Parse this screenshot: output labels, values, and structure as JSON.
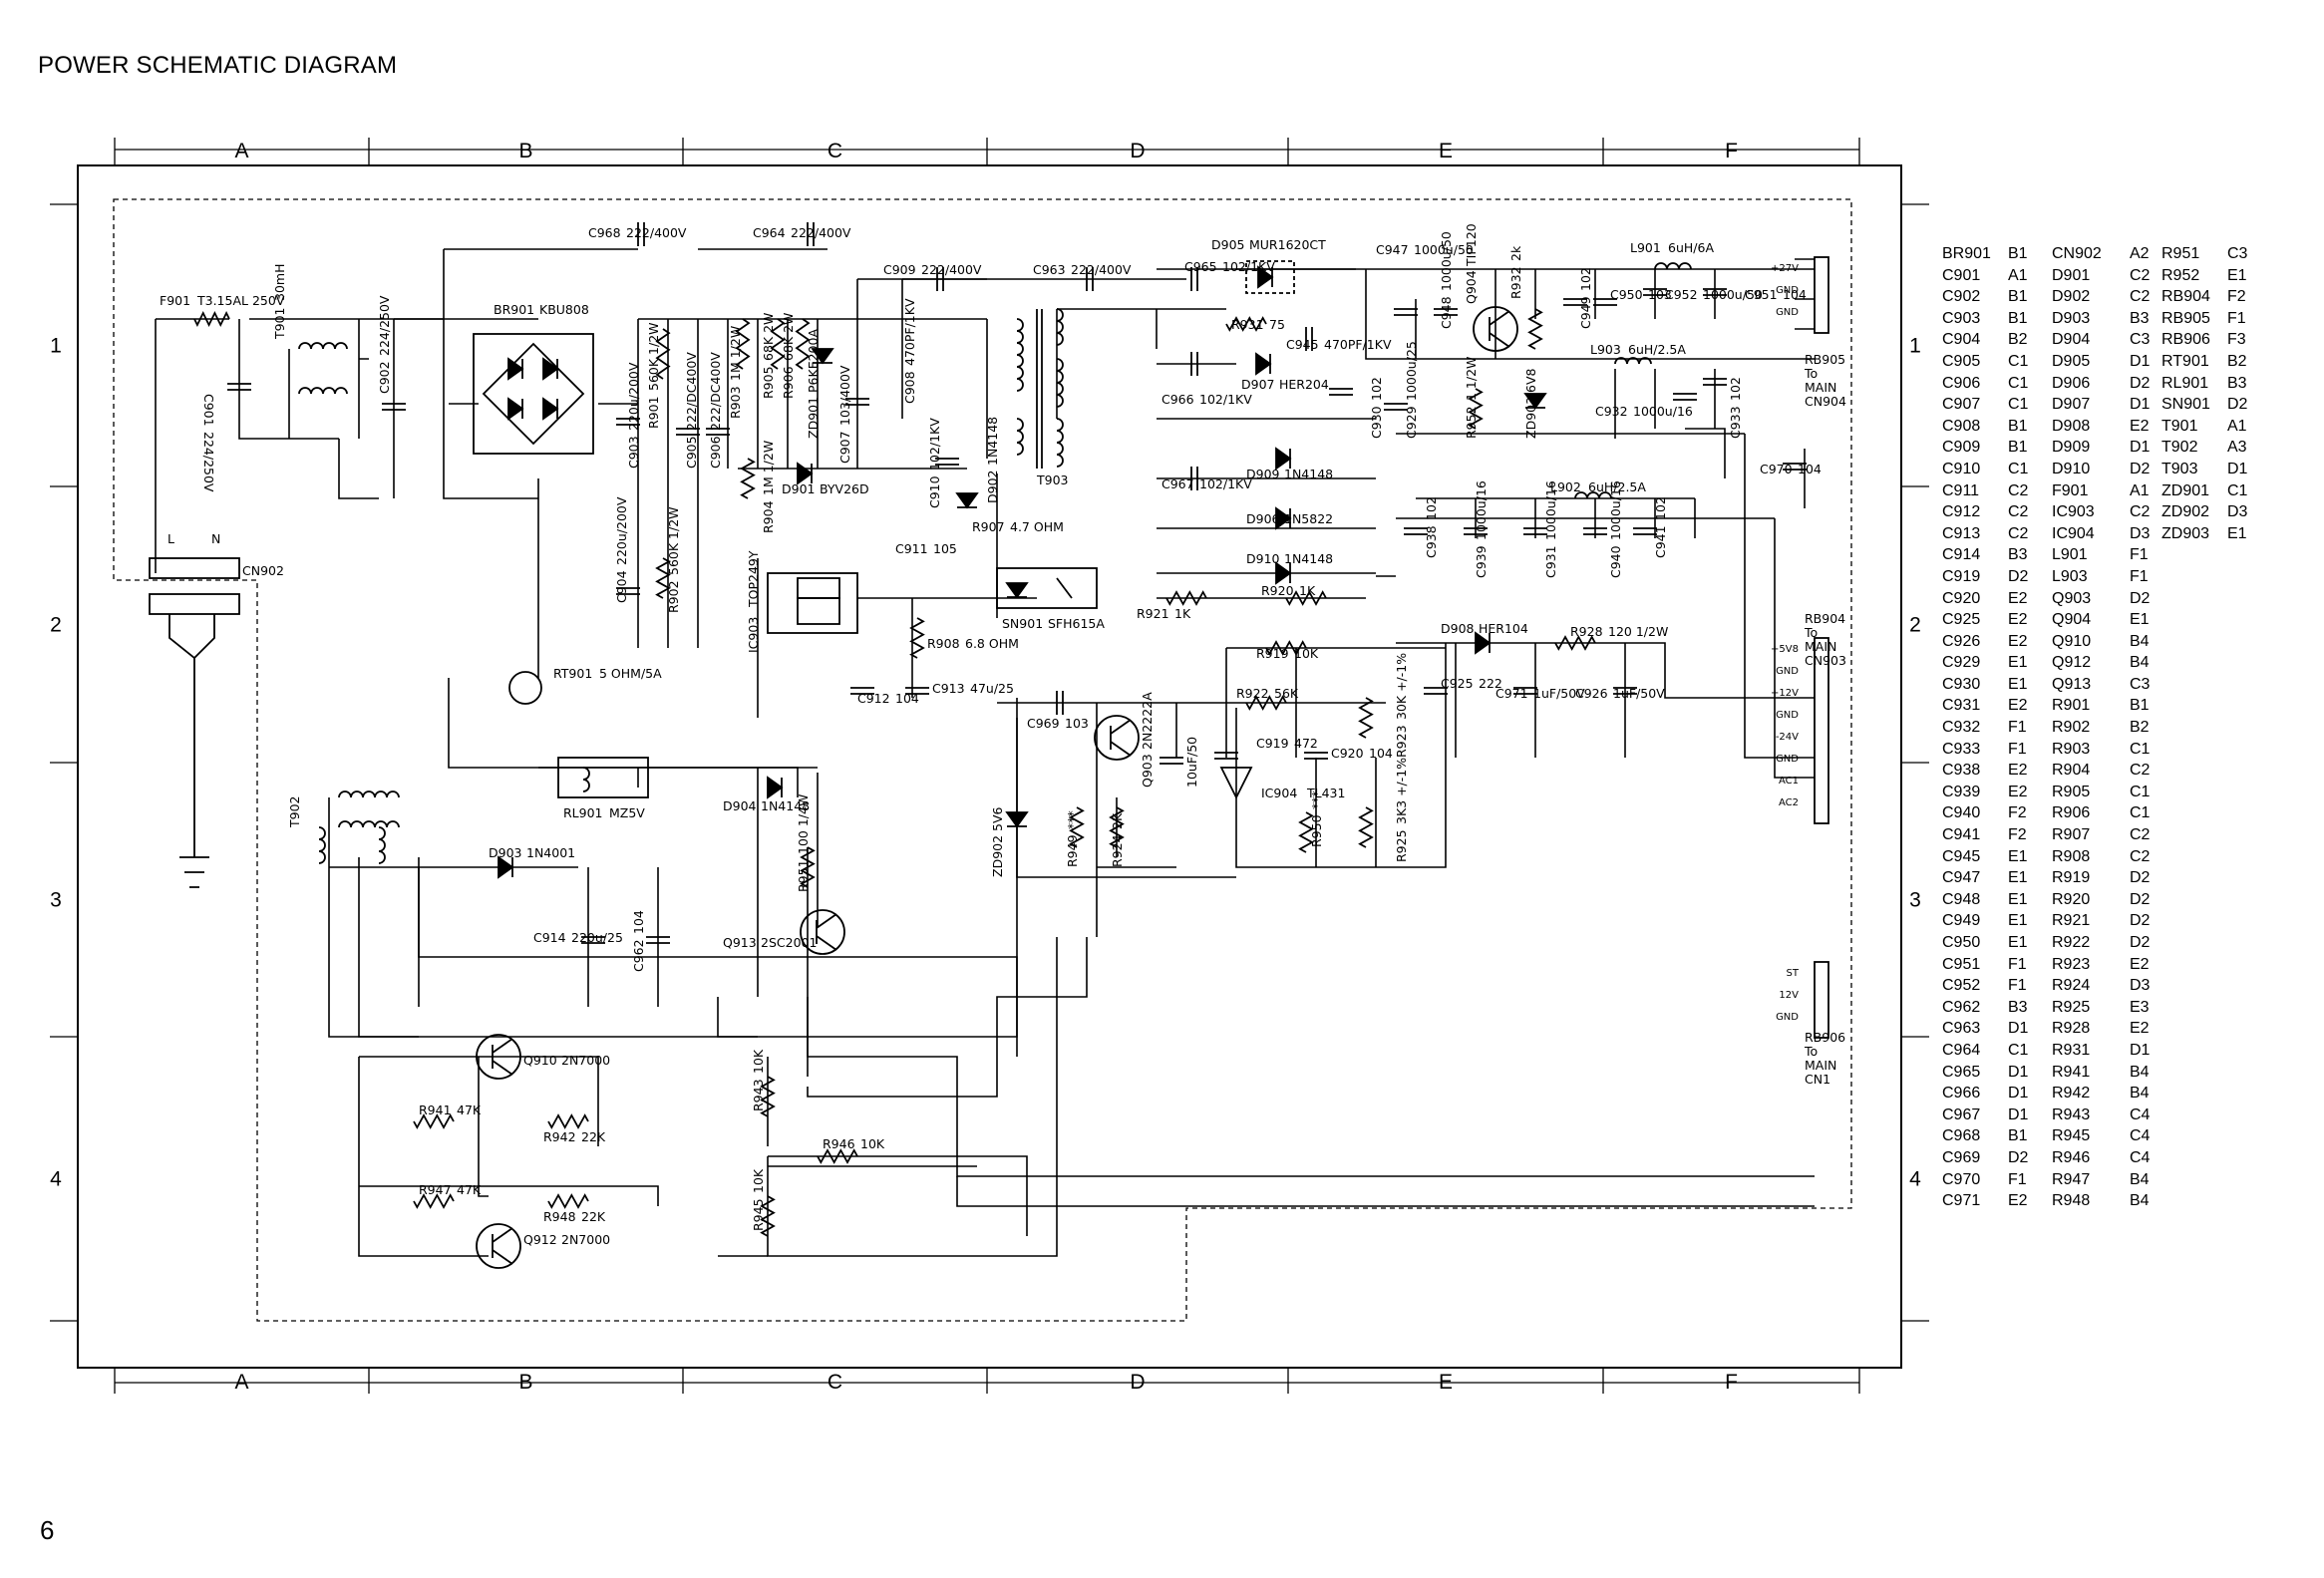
{
  "title": "POWER SCHEMATIC DIAGRAM",
  "page_number": "6",
  "grid": {
    "columns": [
      "A",
      "B",
      "C",
      "D",
      "E",
      "F"
    ],
    "rows": [
      "1",
      "2",
      "3",
      "4"
    ]
  },
  "components": [
    {
      "ref": "F901",
      "value": "T3.15AL 250V"
    },
    {
      "ref": "C901",
      "value": "224/250V"
    },
    {
      "ref": "T901",
      "value": "30mH"
    },
    {
      "ref": "C902",
      "value": "224/250V"
    },
    {
      "ref": "BR901",
      "value": "KBU808"
    },
    {
      "ref": "C968",
      "value": "222/400V"
    },
    {
      "ref": "C964",
      "value": "222/400V"
    },
    {
      "ref": "C909",
      "value": "222/400V"
    },
    {
      "ref": "C963",
      "value": "222/400V"
    },
    {
      "ref": "C903",
      "value": "220u/200V"
    },
    {
      "ref": "R901",
      "value": "560K 1/2W"
    },
    {
      "ref": "C905",
      "value": "222/DC400V"
    },
    {
      "ref": "C906",
      "value": "222/DC400V"
    },
    {
      "ref": "R903",
      "value": "1M 1/2W"
    },
    {
      "ref": "R905",
      "value": "68K 2W"
    },
    {
      "ref": "R906",
      "value": "68K 2W"
    },
    {
      "ref": "ZD901",
      "value": "P6KE200A"
    },
    {
      "ref": "C907",
      "value": "103/400V"
    },
    {
      "ref": "C908",
      "value": "470PF/1KV"
    },
    {
      "ref": "D901",
      "value": "BYV26D"
    },
    {
      "ref": "C910",
      "value": "102/1KV"
    },
    {
      "ref": "D902",
      "value": "1N4148"
    },
    {
      "ref": "R904",
      "value": "1M 1/2W"
    },
    {
      "ref": "R907",
      "value": "4.7 OHM"
    },
    {
      "ref": "C911",
      "value": "105"
    },
    {
      "ref": "C904",
      "value": "220u/200V"
    },
    {
      "ref": "R902",
      "value": "560K 1/2W"
    },
    {
      "ref": "IC903",
      "value": "TOP249Y"
    },
    {
      "ref": "R908",
      "value": "6.8 OHM"
    },
    {
      "ref": "C912",
      "value": "104"
    },
    {
      "ref": "C913",
      "value": "47u/25"
    },
    {
      "ref": "RT901",
      "value": "5 OHM/5A"
    },
    {
      "ref": "T903",
      "value": ""
    },
    {
      "ref": "SN901",
      "value": "SFH615A"
    },
    {
      "ref": "C965",
      "value": "102/1KV"
    },
    {
      "ref": "D905",
      "value": "MUR1620CT"
    },
    {
      "ref": "R931",
      "value": "75"
    },
    {
      "ref": "C945",
      "value": "470PF/1KV"
    },
    {
      "ref": "C966",
      "value": "102/1KV"
    },
    {
      "ref": "D907",
      "value": "HER204"
    },
    {
      "ref": "C967",
      "value": "102/1KV"
    },
    {
      "ref": "D909",
      "value": "1N4148"
    },
    {
      "ref": "D906",
      "value": "1N5822"
    },
    {
      "ref": "D910",
      "value": "1N4148"
    },
    {
      "ref": "R920",
      "value": "1K"
    },
    {
      "ref": "R921",
      "value": "1K"
    },
    {
      "ref": "C947",
      "value": "1000u/50"
    },
    {
      "ref": "C948",
      "value": "1000u/50"
    },
    {
      "ref": "Q904",
      "value": "TIP120"
    },
    {
      "ref": "R932",
      "value": "2k"
    },
    {
      "ref": "C949",
      "value": "102"
    },
    {
      "ref": "C950",
      "value": "103"
    },
    {
      "ref": "C952",
      "value": "1000u/50"
    },
    {
      "ref": "C951",
      "value": "104"
    },
    {
      "ref": "L901",
      "value": "6uH/6A"
    },
    {
      "ref": "L903",
      "value": "6uH/2.5A"
    },
    {
      "ref": "C930",
      "value": "102"
    },
    {
      "ref": "C929",
      "value": "1000u/25"
    },
    {
      "ref": "R952",
      "value": "1 1/2W"
    },
    {
      "ref": "ZD903",
      "value": "6V8"
    },
    {
      "ref": "C932",
      "value": "1000u/16"
    },
    {
      "ref": "C933",
      "value": "102"
    },
    {
      "ref": "C970",
      "value": "104"
    },
    {
      "ref": "L902",
      "value": "6uH/2.5A"
    },
    {
      "ref": "C938",
      "value": "102"
    },
    {
      "ref": "C939",
      "value": "1000u/16"
    },
    {
      "ref": "C931",
      "value": "1000u/16"
    },
    {
      "ref": "C940",
      "value": "1000u/16"
    },
    {
      "ref": "C941",
      "value": "102"
    },
    {
      "ref": "D908",
      "value": "HER104"
    },
    {
      "ref": "R928",
      "value": "120 1/2W"
    },
    {
      "ref": "C925",
      "value": "222"
    },
    {
      "ref": "C971",
      "value": "1uF/50V"
    },
    {
      "ref": "C926",
      "value": "1uF/50V"
    },
    {
      "ref": "R919",
      "value": "10K"
    },
    {
      "ref": "R922",
      "value": "56K"
    },
    {
      "ref": "C969",
      "value": "103"
    },
    {
      "ref": "Q903",
      "value": "2N2222A"
    },
    {
      "ref": "C919",
      "value": "472"
    },
    {
      "ref": "C920",
      "value": "104"
    },
    {
      "ref": "C-10uF",
      "value": "10uF/50"
    },
    {
      "ref": "IC904",
      "value": "TL431"
    },
    {
      "ref": "R923",
      "value": "30K +/-1%"
    },
    {
      "ref": "R925",
      "value": "3K3 +/-1%"
    },
    {
      "ref": "R950",
      "value": "***"
    },
    {
      "ref": "R949",
      "value": "***"
    },
    {
      "ref": "R924",
      "value": "2K"
    },
    {
      "ref": "ZD902",
      "value": "5V6"
    },
    {
      "ref": "RL901",
      "value": "MZ5V"
    },
    {
      "ref": "D904",
      "value": "1N4148"
    },
    {
      "ref": "R951",
      "value": "100 1/4W"
    },
    {
      "ref": "Q913",
      "value": "2SC2001"
    },
    {
      "ref": "T902",
      "value": ""
    },
    {
      "ref": "D903",
      "value": "1N4001"
    },
    {
      "ref": "C914",
      "value": "220u/25"
    },
    {
      "ref": "C962",
      "value": "104"
    },
    {
      "ref": "Q910",
      "value": "2N7000"
    },
    {
      "ref": "R941",
      "value": "47K"
    },
    {
      "ref": "R942",
      "value": "22K"
    },
    {
      "ref": "R947",
      "value": "47K"
    },
    {
      "ref": "R948",
      "value": "22K"
    },
    {
      "ref": "Q912",
      "value": "2N7000"
    },
    {
      "ref": "R943",
      "value": "10K"
    },
    {
      "ref": "R946",
      "value": "10K"
    },
    {
      "ref": "R945",
      "value": "10K"
    }
  ],
  "connectors": {
    "cn902": {
      "ref": "CN902",
      "pins": [
        "L",
        "N"
      ]
    },
    "rb905": {
      "ref": "RB905",
      "to": [
        "To",
        "MAIN",
        "CN904"
      ],
      "pins": [
        "+27V",
        "GND",
        "GND"
      ]
    },
    "rb904": {
      "ref": "RB904",
      "to": [
        "To",
        "MAIN",
        "CN903"
      ],
      "pins": [
        "+5V8",
        "GND",
        "+12V",
        "GND",
        "-24V",
        "GND",
        "AC1",
        "AC2"
      ]
    },
    "rb906": {
      "ref": "RB906",
      "to": [
        "To",
        "MAIN",
        "CN1"
      ],
      "pins": [
        "ST",
        "12V",
        "GND"
      ]
    }
  },
  "reference_index": [
    [
      [
        "BR901",
        "B1"
      ],
      [
        "C901",
        "A1"
      ],
      [
        "C902",
        "B1"
      ],
      [
        "C903",
        "B1"
      ],
      [
        "C904",
        "B2"
      ],
      [
        "C905",
        "C1"
      ],
      [
        "C906",
        "C1"
      ],
      [
        "C907",
        "C1"
      ],
      [
        "C908",
        "B1"
      ],
      [
        "C909",
        "B1"
      ],
      [
        "C910",
        "C1"
      ],
      [
        "C911",
        "C2"
      ],
      [
        "C912",
        "C2"
      ],
      [
        "C913",
        "C2"
      ],
      [
        "C914",
        "B3"
      ],
      [
        "C919",
        "D2"
      ],
      [
        "C920",
        "E2"
      ],
      [
        "C925",
        "E2"
      ],
      [
        "C926",
        "E2"
      ],
      [
        "C929",
        "E1"
      ],
      [
        "C930",
        "E1"
      ],
      [
        "C931",
        "E2"
      ],
      [
        "C932",
        "F1"
      ],
      [
        "C933",
        "F1"
      ],
      [
        "C938",
        "E2"
      ],
      [
        "C939",
        "E2"
      ],
      [
        "C940",
        "F2"
      ],
      [
        "C941",
        "F2"
      ],
      [
        "C945",
        "E1"
      ],
      [
        "C947",
        "E1"
      ],
      [
        "C948",
        "E1"
      ],
      [
        "C949",
        "E1"
      ],
      [
        "C950",
        "E1"
      ],
      [
        "C951",
        "F1"
      ],
      [
        "C952",
        "F1"
      ],
      [
        "C962",
        "B3"
      ],
      [
        "C963",
        "D1"
      ],
      [
        "C964",
        "C1"
      ],
      [
        "C965",
        "D1"
      ],
      [
        "C966",
        "D1"
      ],
      [
        "C967",
        "D1"
      ],
      [
        "C968",
        "B1"
      ],
      [
        "C969",
        "D2"
      ],
      [
        "C970",
        "F1"
      ],
      [
        "C971",
        "E2"
      ]
    ],
    [
      [
        "CN902",
        "A2"
      ],
      [
        "D901",
        "C2"
      ],
      [
        "D902",
        "C2"
      ],
      [
        "D903",
        "B3"
      ],
      [
        "D904",
        "C3"
      ],
      [
        "D905",
        "D1"
      ],
      [
        "D906",
        "D2"
      ],
      [
        "D907",
        "D1"
      ],
      [
        "D908",
        "E2"
      ],
      [
        "D909",
        "D1"
      ],
      [
        "D910",
        "D2"
      ],
      [
        "F901",
        "A1"
      ],
      [
        "IC903",
        "C2"
      ],
      [
        "IC904",
        "D3"
      ],
      [
        "L901",
        "F1"
      ],
      [
        "L903",
        "F1"
      ],
      [
        "Q903",
        "D2"
      ],
      [
        "Q904",
        "E1"
      ],
      [
        "Q910",
        "B4"
      ],
      [
        "Q912",
        "B4"
      ],
      [
        "Q913",
        "C3"
      ],
      [
        "R901",
        "B1"
      ],
      [
        "R902",
        "B2"
      ],
      [
        "R903",
        "C1"
      ],
      [
        "R904",
        "C2"
      ],
      [
        "R905",
        "C1"
      ],
      [
        "R906",
        "C1"
      ],
      [
        "R907",
        "C2"
      ],
      [
        "R908",
        "C2"
      ],
      [
        "R919",
        "D2"
      ],
      [
        "R920",
        "D2"
      ],
      [
        "R921",
        "D2"
      ],
      [
        "R922",
        "D2"
      ],
      [
        "R923",
        "E2"
      ],
      [
        "R924",
        "D3"
      ],
      [
        "R925",
        "E3"
      ],
      [
        "R928",
        "E2"
      ],
      [
        "R931",
        "D1"
      ],
      [
        "R941",
        "B4"
      ],
      [
        "R942",
        "B4"
      ],
      [
        "R943",
        "C4"
      ],
      [
        "R945",
        "C4"
      ],
      [
        "R946",
        "C4"
      ],
      [
        "R947",
        "B4"
      ],
      [
        "R948",
        "B4"
      ]
    ],
    [
      [
        "R951",
        "C3"
      ],
      [
        "R952",
        "E1"
      ],
      [
        "RB904",
        "F2"
      ],
      [
        "RB905",
        "F1"
      ],
      [
        "RB906",
        "F3"
      ],
      [
        "RT901",
        "B2"
      ],
      [
        "RL901",
        "B3"
      ],
      [
        "SN901",
        "D2"
      ],
      [
        "T901",
        "A1"
      ],
      [
        "T902",
        "A3"
      ],
      [
        "T903",
        "D1"
      ],
      [
        "ZD901",
        "C1"
      ],
      [
        "ZD902",
        "D3"
      ],
      [
        "ZD903",
        "E1"
      ]
    ]
  ]
}
